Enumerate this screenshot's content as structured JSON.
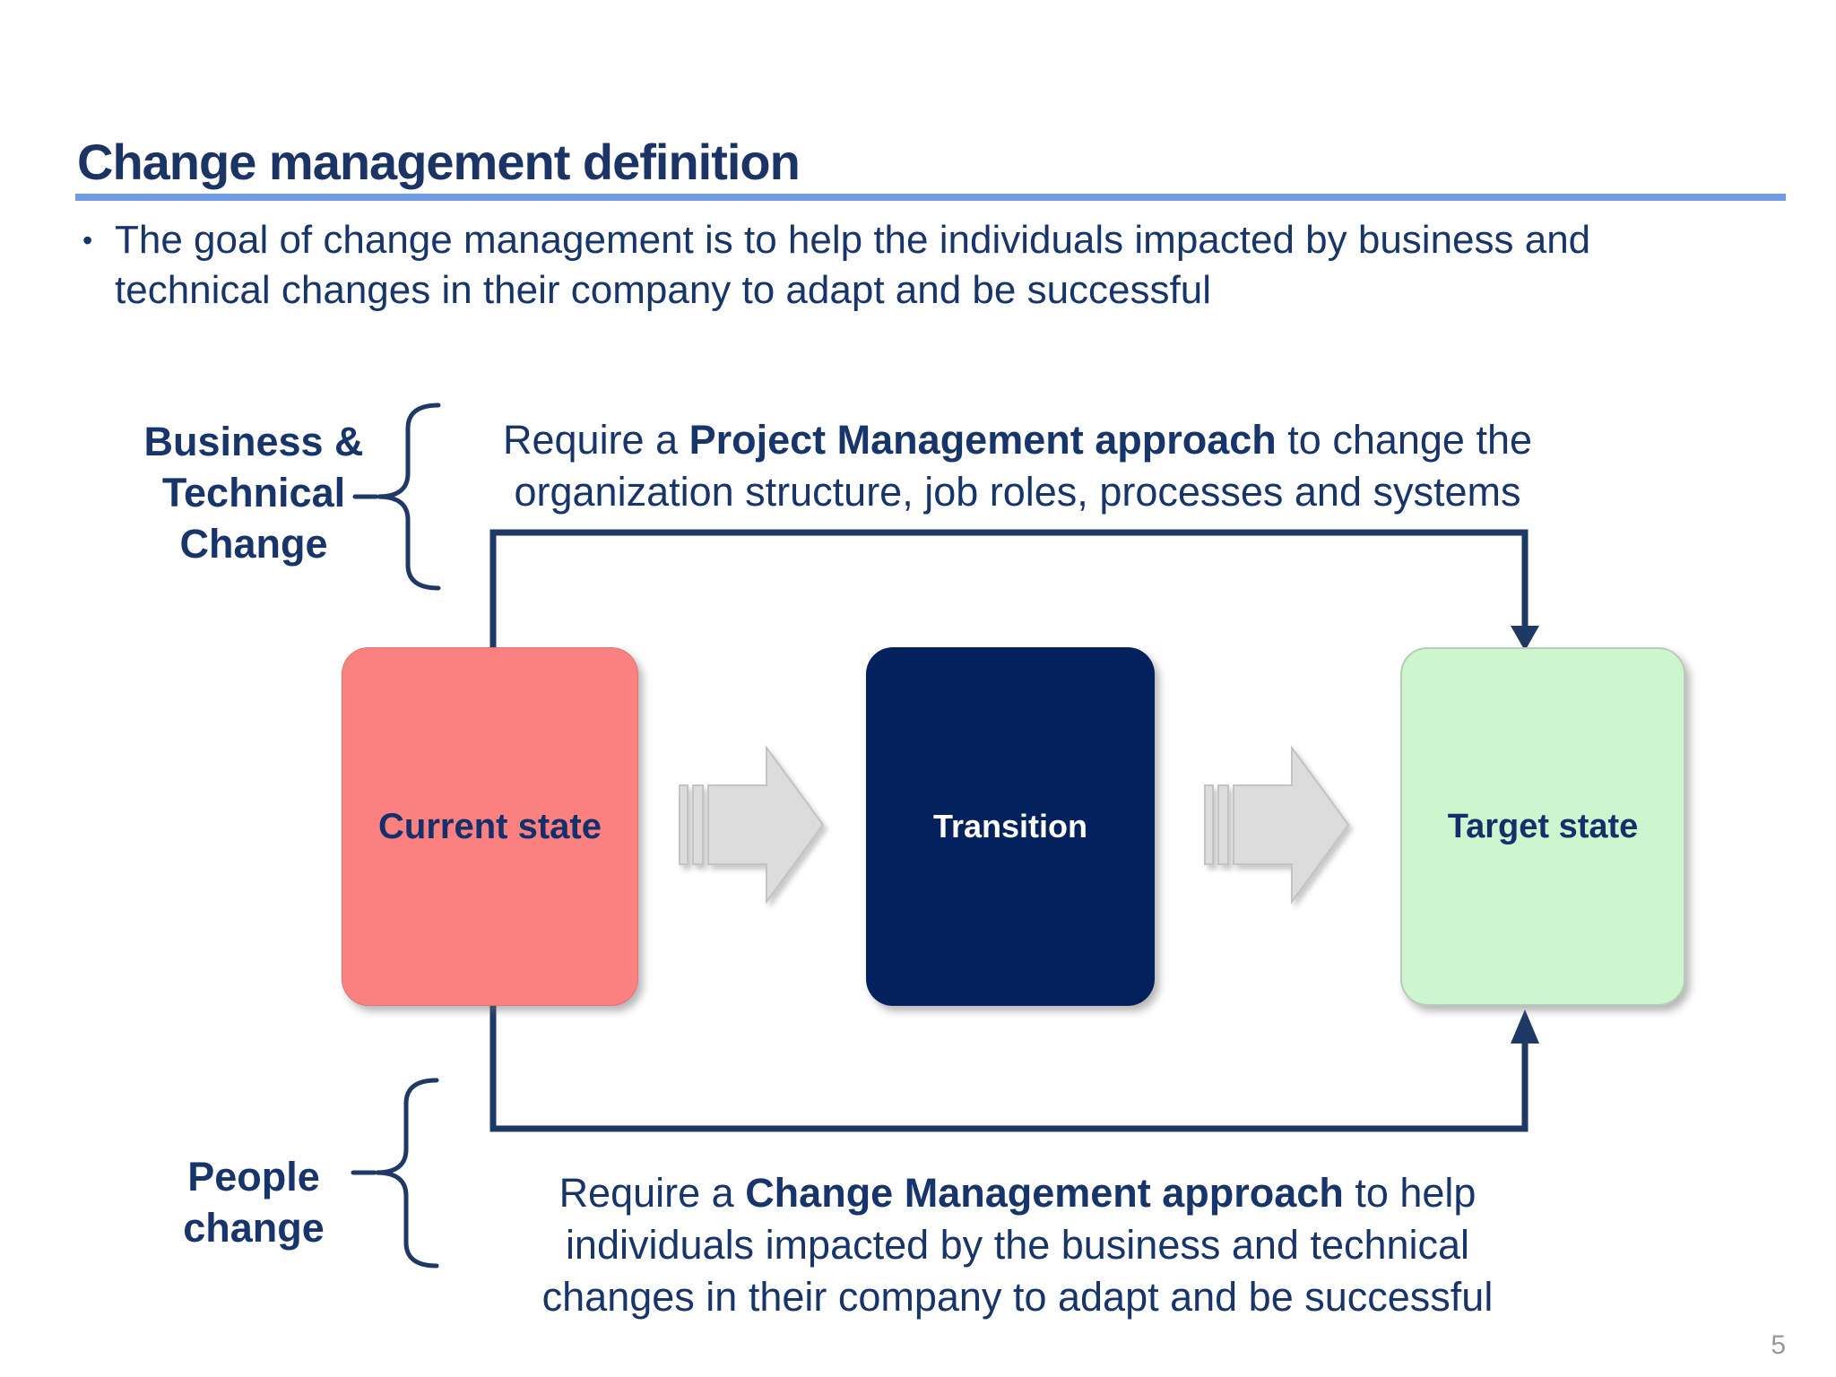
{
  "slide": {
    "title": "Change management definition",
    "bullet_marker": "•",
    "bullet_text": "The goal of change management is to help the individuals impacted by business and technical changes in their company to adapt and be successful",
    "page_number": "5"
  },
  "left_labels": {
    "business_technical": {
      "lines": [
        "Business &",
        "Technical",
        "Change"
      ]
    },
    "people": {
      "lines": [
        "People",
        "change"
      ]
    }
  },
  "annotations": {
    "top": {
      "prefix": "Require a ",
      "bold": "Project Management approach",
      "suffix": " to change the organization structure, job roles, processes and systems"
    },
    "bottom": {
      "prefix": "Require a ",
      "bold": "Change Management approach",
      "suffix": " to help individuals impacted by the business and technical changes in their company to adapt and be successful"
    }
  },
  "diagram": {
    "boxes": [
      {
        "id": "current",
        "label": "Current state"
      },
      {
        "id": "transition",
        "label": "Transition"
      },
      {
        "id": "target",
        "label": "Target state"
      }
    ],
    "icons": [
      "striped-arrow-icon",
      "striped-arrow-icon",
      "curly-brace-icon",
      "curly-brace-icon",
      "down-arrow-connector",
      "up-arrow-connector"
    ]
  },
  "colors": {
    "title_navy": "#1B3365",
    "text_navy": "#17356B",
    "line_navy": "#1F3966",
    "underline_blue": "#6F9BE3",
    "current_state_fill": "#FB8181",
    "transition_fill": "#03215C",
    "target_state_fill": "#CDF5CE",
    "arrow_gray_fill": "#DCDCDC",
    "page_number_gray": "#999999"
  }
}
